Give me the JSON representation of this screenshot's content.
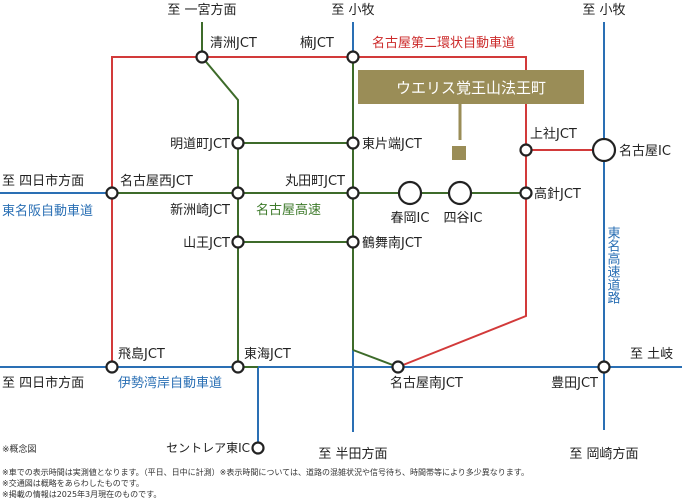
{
  "colors": {
    "blue_road": "#2a6fb4",
    "red_road": "#d23a3a",
    "green_road": "#3d6b2a",
    "property": "#9a8d57"
  },
  "directions": {
    "top_ichinomiya": "至 一宮方面",
    "top_komaki_center": "至 小牧",
    "top_komaki_right": "至 小牧",
    "left_yokkaichi_top": "至 四日市方面",
    "left_yokkaichi_bottom": "至 四日市方面",
    "right_toki": "至 土岐",
    "bottom_handa": "至 半田方面",
    "bottom_okazaki": "至 岡崎方面"
  },
  "roads": {
    "tomei_hanshin": "東名阪自動車道",
    "nagoya_ring2": "名古屋第二環状自動車道",
    "nagoya_expressway": "名古屋高速",
    "tomei_expressway": "東名高速道路",
    "isewangan": "伊勢湾岸自動車道"
  },
  "nodes": {
    "kiyosu": "清洲JCT",
    "kusunoki": "楠JCT",
    "meidocho": "明道町JCT",
    "higashikataha": "東片端JCT",
    "nagoya_nishi": "名古屋西JCT",
    "shinsuzaki": "新洲崎JCT",
    "marutamachi": "丸田町JCT",
    "harukaoka": "春岡IC",
    "yotsuya": "四谷IC",
    "takabari": "高針JCT",
    "kamiyashiro": "上社JCT",
    "nagoya_ic": "名古屋IC",
    "sanno": "山王JCT",
    "tsurumai_minami": "鶴舞南JCT",
    "tobishima": "飛島JCT",
    "tokai": "東海JCT",
    "nagoya_minami": "名古屋南JCT",
    "toyota": "豊田JCT",
    "centrair_higashi": "セントレア東IC"
  },
  "property_label": "ウエリス覚王山法王町",
  "concept_note": "※概念図",
  "footnotes": [
    "※車での表示時間は実測値となります。（平日、日中に計測）※表示時間については、道路の混雑状況や信号待ち、時間帯等により多少異なります。",
    "※交通図は概略をあらわしたものです。",
    "※掲載の情報は2025年3月現在のものです。"
  ]
}
